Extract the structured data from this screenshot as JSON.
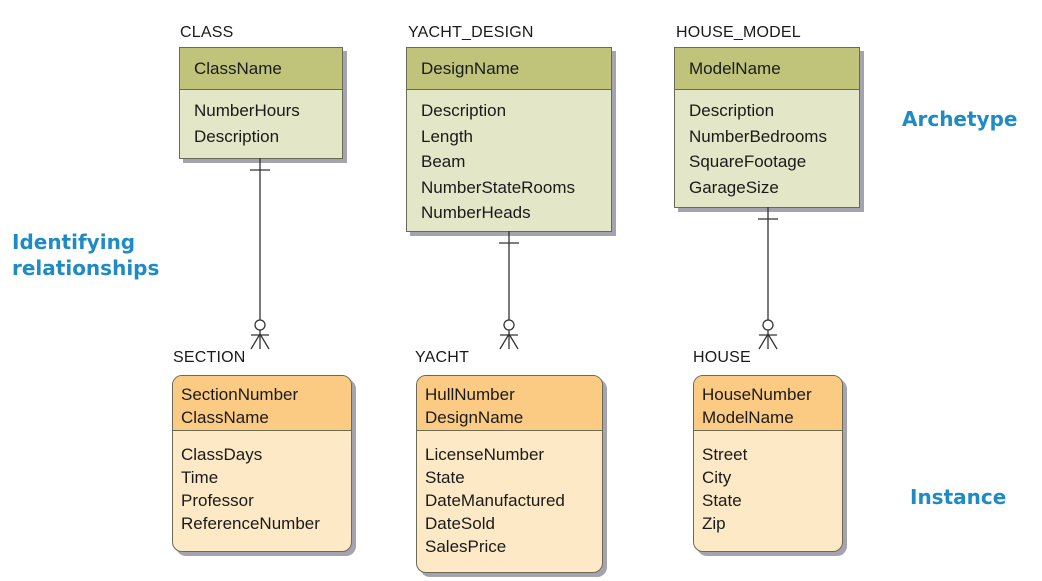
{
  "archetypes": [
    {
      "title": "CLASS",
      "key": "ClassName",
      "attrs": [
        "NumberHours",
        "Description"
      ]
    },
    {
      "title": "YACHT_DESIGN",
      "key": "DesignName",
      "attrs": [
        "Description",
        "Length",
        "Beam",
        "NumberStateRooms",
        "NumberHeads"
      ]
    },
    {
      "title": "HOUSE_MODEL",
      "key": "ModelName",
      "attrs": [
        "Description",
        "NumberBedrooms",
        "SquareFootage",
        "GarageSize"
      ]
    }
  ],
  "instances": [
    {
      "title": "SECTION",
      "keys": [
        "SectionNumber",
        "ClassName"
      ],
      "attrs": [
        "ClassDays",
        "Time",
        "Professor",
        "ReferenceNumber"
      ]
    },
    {
      "title": "YACHT",
      "keys": [
        "HullNumber",
        "DesignName"
      ],
      "attrs": [
        "LicenseNumber",
        "State",
        "DateManufactured",
        "DateSold",
        "SalesPrice"
      ]
    },
    {
      "title": "HOUSE",
      "keys": [
        "HouseNumber",
        "ModelName"
      ],
      "attrs": [
        "Street",
        "City",
        "State",
        "Zip"
      ]
    }
  ],
  "labels": {
    "identifying_line1": "Identifying",
    "identifying_line2": "relationships",
    "archetype": "Archetype",
    "instance": "Instance"
  },
  "colors": {
    "archetype_header": "#c0c47b",
    "archetype_body": "#e3e6c7",
    "instance_header": "#fbcb84",
    "instance_body": "#fde9c6",
    "label_blue": "#1f8bc4"
  }
}
